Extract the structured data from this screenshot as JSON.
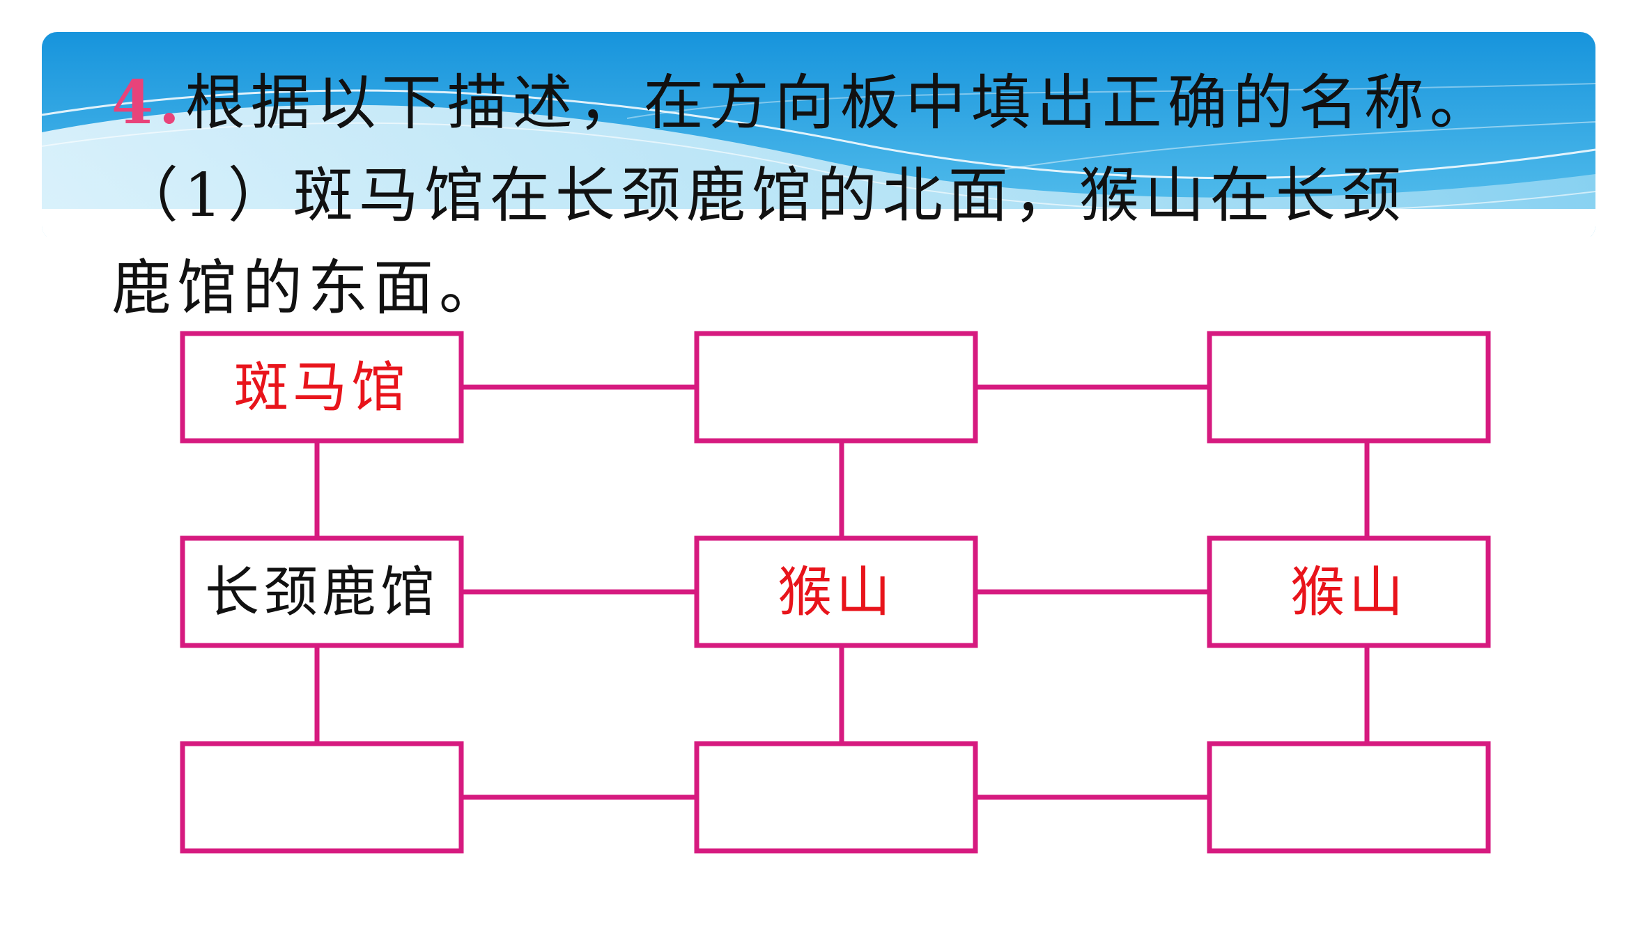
{
  "question": {
    "number": "4.",
    "prompt": "根据以下描述，在方向板中填出正确的名称。",
    "line2": "（1）斑马馆在长颈鹿馆的北面，猴山在长颈",
    "line3": "鹿馆的东面。"
  },
  "board": {
    "cells": [
      {
        "row": 0,
        "col": 0,
        "text": "斑马馆",
        "color": "#e8141b"
      },
      {
        "row": 0,
        "col": 1,
        "text": "",
        "color": "#e8141b"
      },
      {
        "row": 0,
        "col": 2,
        "text": "",
        "color": "#e8141b"
      },
      {
        "row": 1,
        "col": 0,
        "text": "长颈鹿馆",
        "color": "#111111"
      },
      {
        "row": 1,
        "col": 1,
        "text": "猴山",
        "color": "#e8141b"
      },
      {
        "row": 1,
        "col": 2,
        "text": "猴山",
        "color": "#e8141b"
      },
      {
        "row": 2,
        "col": 0,
        "text": "",
        "color": "#e8141b"
      },
      {
        "row": 2,
        "col": 1,
        "text": "",
        "color": "#e8141b"
      },
      {
        "row": 2,
        "col": 2,
        "text": "",
        "color": "#e8141b"
      }
    ]
  },
  "colors": {
    "box_border": "#d61a7f",
    "banner_top": "#1f9ee0",
    "banner_bottom": "#bfe7f7",
    "question_number": "#e8437a"
  }
}
